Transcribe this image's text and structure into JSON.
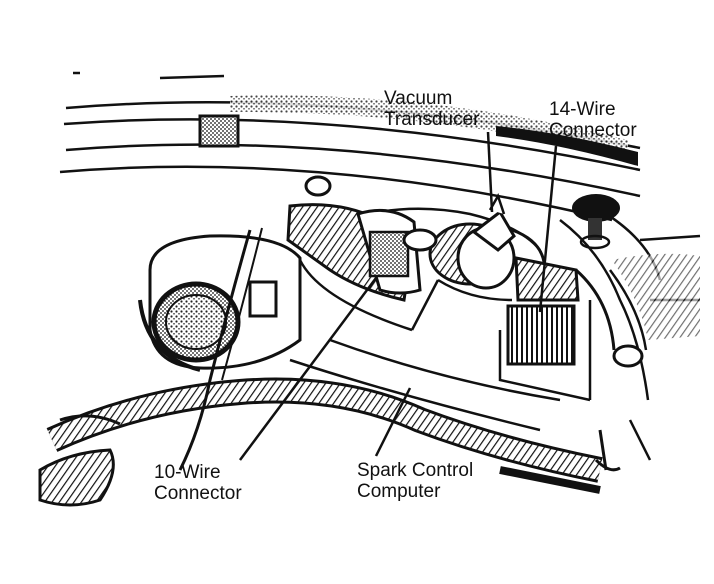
{
  "labels": {
    "vacuum_transducer": [
      "Vacuum",
      "Transducer"
    ],
    "fourteen_wire": [
      "14-Wire",
      "Connector"
    ],
    "ten_wire": [
      "10-Wire",
      "Connector"
    ],
    "spark_control": [
      "Spark Control",
      "Computer"
    ]
  },
  "colors": {
    "ink": "#111111",
    "paper": "#ffffff",
    "shade": "#444444"
  }
}
